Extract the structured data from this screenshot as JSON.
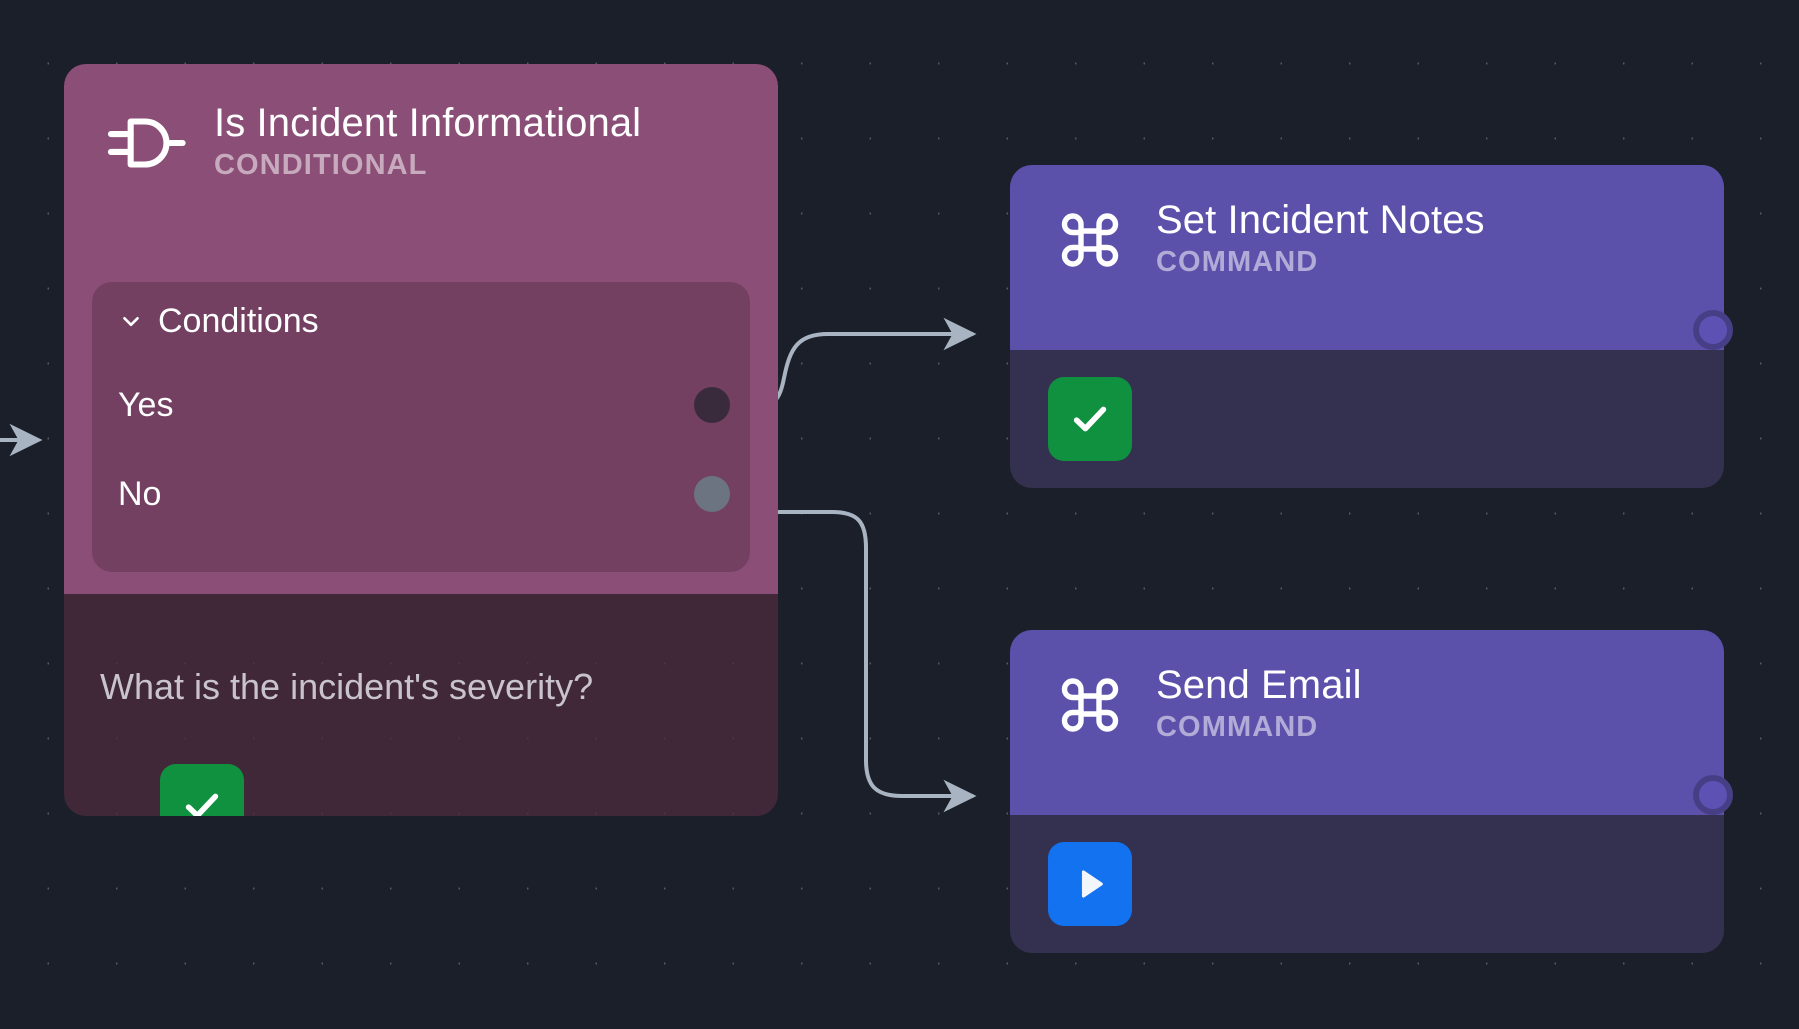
{
  "canvas": {
    "background_color": "#1b1f2a",
    "grid_dot_color": "#6e6559"
  },
  "nodes": [
    {
      "id": "is-incident-informational",
      "type": "conditional",
      "title": "Is Incident Informational",
      "subtitle": "CONDITIONAL",
      "icon": "logic-gate-icon",
      "header_color": "#8b4f77",
      "body_color": "#4a2b3e",
      "conditions_panel": {
        "label": "Conditions",
        "expanded": true,
        "chevron": "chevron-down-icon",
        "rows": [
          {
            "label": "Yes",
            "port_color": "#3a2b3c",
            "connected": true
          },
          {
            "label": "No",
            "port_color": "#6b7480",
            "connected": true
          }
        ]
      },
      "footer_text": "What is the incident's severity?",
      "status_badge": {
        "kind": "check",
        "color": "#0f9140",
        "glyph": "check-icon"
      }
    },
    {
      "id": "set-incident-notes",
      "type": "command",
      "title": "Set Incident Notes",
      "subtitle": "COMMAND",
      "icon": "command-icon",
      "header_color": "#5b51ab",
      "body_color": "#33314f",
      "status_badge": {
        "kind": "check",
        "color": "#0f9140",
        "glyph": "check-icon"
      },
      "output_port": {
        "color": "#5d52b4",
        "ring_color": "#473f86"
      }
    },
    {
      "id": "send-email",
      "type": "command",
      "title": "Send Email",
      "subtitle": "COMMAND",
      "icon": "command-icon",
      "header_color": "#5b51ab",
      "body_color": "#33314f",
      "status_badge": {
        "kind": "play",
        "color": "#1272f0",
        "glyph": "play-icon"
      },
      "output_port": {
        "color": "#5d52b4",
        "ring_color": "#473f86"
      }
    }
  ],
  "edges": [
    {
      "id": "edge-in",
      "from": "canvas-left",
      "to": "is-incident-informational",
      "color": "#a9b4c2"
    },
    {
      "id": "edge-yes",
      "from": "is-incident-informational:Yes",
      "to": "set-incident-notes",
      "color": "#a9b4c2"
    },
    {
      "id": "edge-no",
      "from": "is-incident-informational:No",
      "to": "send-email",
      "color": "#a9b4c2"
    }
  ]
}
